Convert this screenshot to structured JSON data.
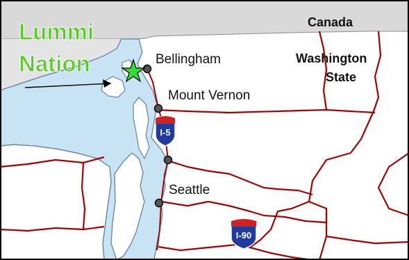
{
  "title_label": "Lummi\nNation",
  "labels": {
    "title_line1": "Lummi",
    "title_line2": "Nation",
    "country": "Canada",
    "state_line1": "Washington",
    "state_line2": "State"
  },
  "cities": [
    {
      "name": "Bellingham"
    },
    {
      "name": "Mount Vernon"
    },
    {
      "name": "Seattle"
    }
  ],
  "highways": [
    {
      "label": "I-5"
    },
    {
      "label": "I-90"
    }
  ],
  "colors": {
    "water": "#c8e4f4",
    "canada": "#d9d9d9",
    "land": "#ffffff",
    "county_border": "#a80000",
    "coast": "#5b7c92",
    "star": "#33dd33",
    "title": "#55cc22",
    "shield_blue": "#1e3ba0",
    "shield_red": "#d42020"
  },
  "icons": {
    "reservation_marker": "star-icon",
    "city_marker": "dot-icon",
    "highway_marker": "interstate-shield-icon"
  }
}
